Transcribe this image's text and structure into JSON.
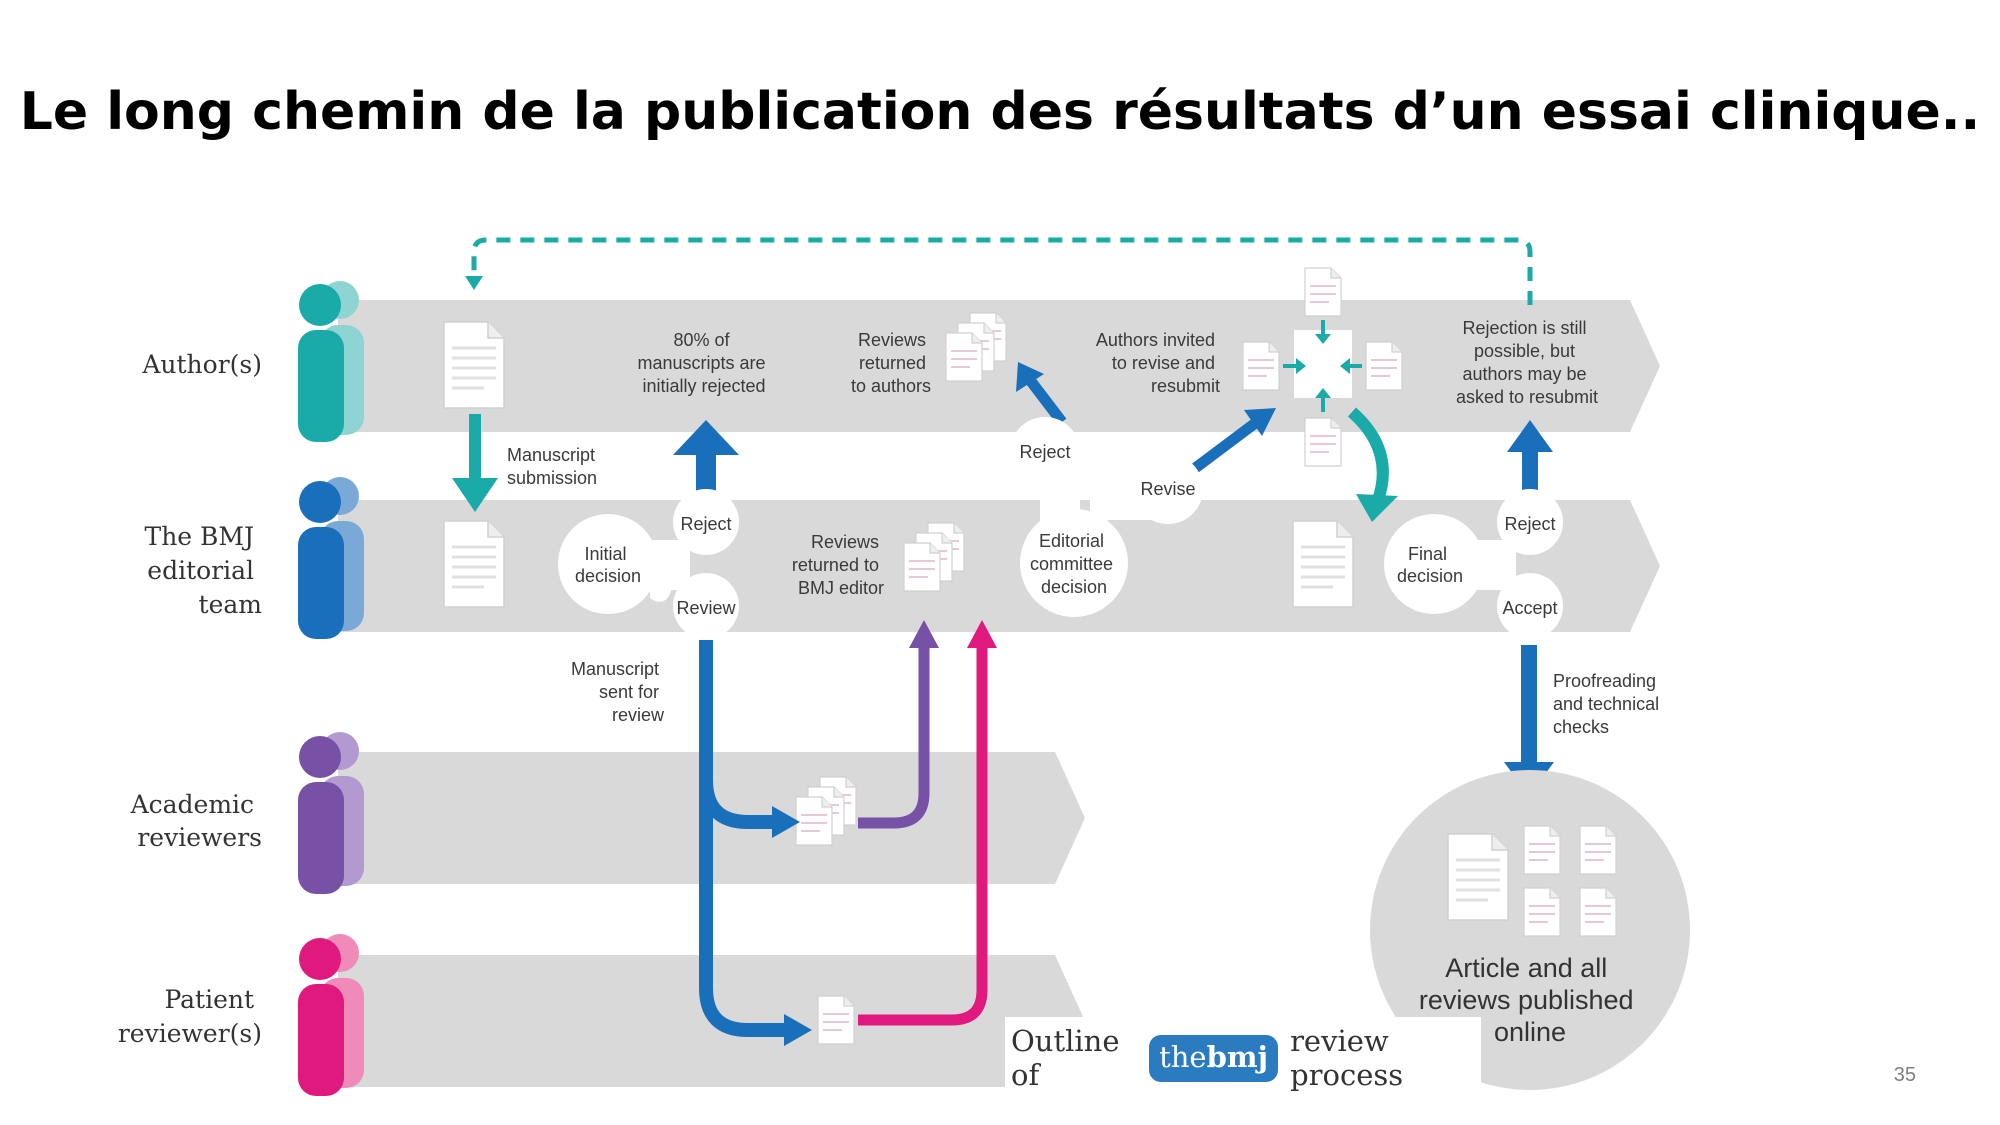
{
  "title": "Le long chemin de la publication des résultats d’un essai clinique..",
  "page_number": "35",
  "lanes": {
    "authors": "Author(s)",
    "editorial": [
      "The BMJ",
      "editorial",
      "team"
    ],
    "academic": [
      "Academic",
      "reviewers"
    ],
    "patient": [
      "Patient",
      "reviewer(s)"
    ]
  },
  "labels": {
    "submission": [
      "Manuscript",
      "submission"
    ],
    "rejected80": [
      "80% of",
      "manuscripts are",
      "initially rejected"
    ],
    "reviews_to_authors": [
      "Reviews",
      "returned",
      "to authors"
    ],
    "authors_invited": [
      "Authors invited",
      "to revise and",
      "resubmit"
    ],
    "rejection_possible": [
      "Rejection is still",
      "possible, but",
      "authors may be",
      "asked to resubmit"
    ],
    "reviews_to_editor": [
      "Reviews",
      "returned to",
      "BMJ editor"
    ],
    "sent_for_review": [
      "Manuscript",
      "sent for",
      "review"
    ],
    "proofreading": [
      "Proofreading",
      "and technical",
      "checks"
    ],
    "published": [
      "Article and all",
      "reviews published",
      "online"
    ]
  },
  "nodes": {
    "initial_decision": [
      "Initial",
      "decision"
    ],
    "reject_1": "Reject",
    "review_1": "Review",
    "committee": [
      "Editorial",
      "committee",
      "decision"
    ],
    "reject_2": "Reject",
    "revise": "Revise",
    "final_decision": [
      "Final",
      "decision"
    ],
    "reject_3": "Reject",
    "accept": "Accept"
  },
  "caption": {
    "prefix": "Outline of",
    "brand_the": "the",
    "brand_bmj": "bmj",
    "suffix": "review process"
  },
  "colors": {
    "authors": "#1aaaa8",
    "editorial": "#1a6fbb",
    "academic": "#7651a6",
    "patient": "#e0197e",
    "lane": "#d9d9d9",
    "brand": "#2b7bc0"
  }
}
